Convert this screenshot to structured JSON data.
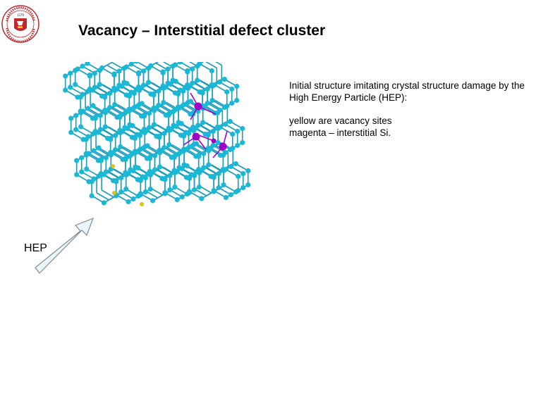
{
  "slide": {
    "title": "Vacancy – Interstitial defect cluster",
    "description": {
      "paragraph1": "Initial structure imitating crystal structure damage by the High Energy Particle (HEP):",
      "line2": "yellow are vacancy sites",
      "line3": "magenta – interstitial Si."
    },
    "arrow_label": "HEP",
    "logo": {
      "icon": "university-seal-icon",
      "year": "1579"
    }
  },
  "colors": {
    "atom": "#18b8d6",
    "bond": "#1a9cb8",
    "vacancy": "#d9c21c",
    "interstitial": "#a000c8",
    "arrow_fill": "#e9f5fa",
    "arrow_stroke": "#7f8f98",
    "seal_red": "#c0282c"
  }
}
